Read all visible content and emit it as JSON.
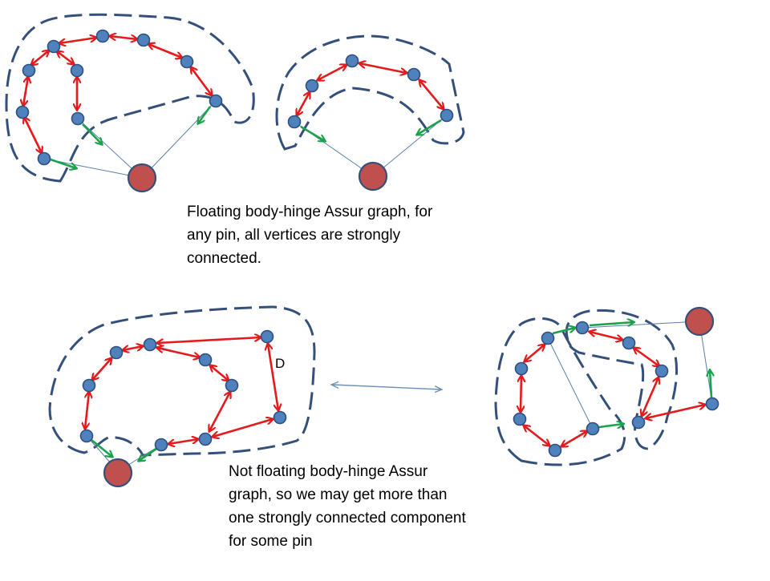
{
  "captions": {
    "top_line1": "Floating body-hinge Assur graph, for",
    "top_line2": "any pin, all vertices are strongly",
    "top_line3": "connected.",
    "bottom_line1": "Not floating body-hinge Assur",
    "bottom_line2": "graph, so we may get more than",
    "bottom_line3": "one strongly connected component",
    "bottom_line4": "for some pin"
  },
  "vertex_label": "D",
  "colors": {
    "vertex_fill": "#4f81bd",
    "vertex_stroke": "#2f4f7f",
    "pin_fill": "#c0504d",
    "pin_stroke": "#34507a",
    "bidirectional_arrow": "#e41a1c",
    "directed_arrow": "#1aa34a",
    "boundary_dash": "#34507a",
    "plain_edge": "#5b7fa8",
    "double_arrow": "#6d8fb8"
  },
  "icons": {
    "vertex": "small-blue-circle",
    "pin": "large-red-circle",
    "equivalence": "double-headed-arrow"
  }
}
